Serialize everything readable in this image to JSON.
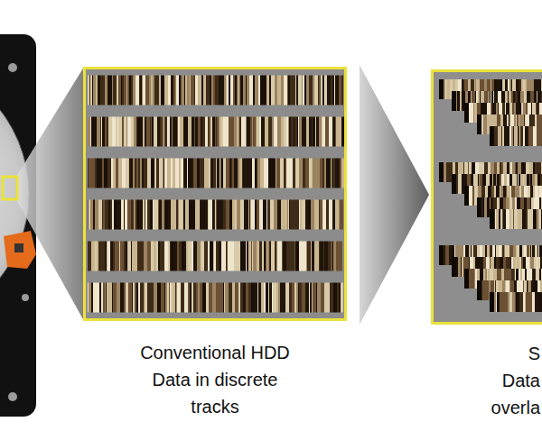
{
  "diagram": {
    "nodes": [
      {
        "text": [
          "Conventional HDD Data in discrete tracks"
        ]
      },
      {
        "text": [
          "S Data overla"
        ]
      }
    ],
    "edges": [
      {
        "from": 0,
        "to": 1,
        "arrow": "to"
      }
    ]
  }
}
